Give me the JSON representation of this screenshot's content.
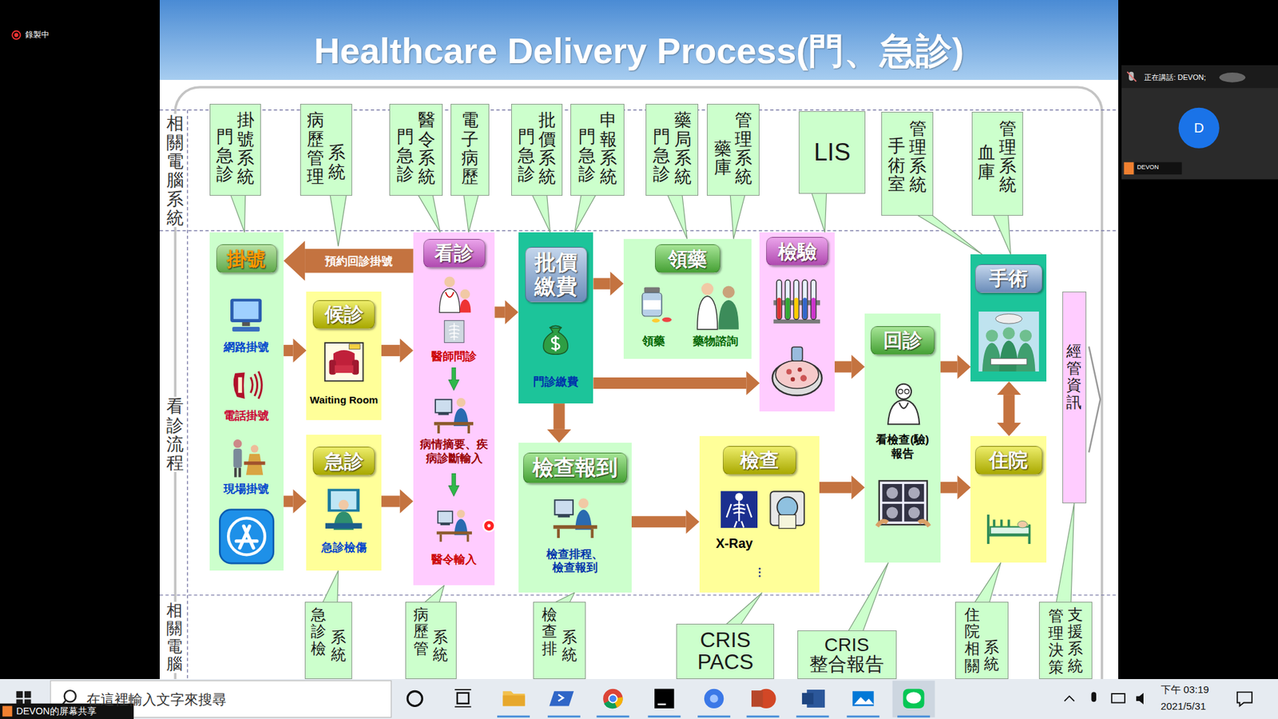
{
  "diagram": {
    "title": "Healthcare Delivery Process(門、急診)",
    "nodes": [
      {
        "text": [
          "門急診",
          "掛號系統"
        ]
      },
      {
        "text": [
          "病歷管理",
          "系統"
        ]
      },
      {
        "text": [
          "門急診",
          "醫令系統"
        ]
      },
      {
        "text": [
          "電子病歷"
        ]
      },
      {
        "text": [
          "門急診",
          "批價系統"
        ]
      },
      {
        "text": [
          "門急診",
          "申報系統"
        ]
      },
      {
        "text": [
          "門急診",
          "藥局系統"
        ]
      },
      {
        "text": [
          "藥庫",
          "管理系統"
        ]
      },
      {
        "text": [
          "LIS"
        ]
      },
      {
        "text": [
          "手術室",
          "管理系統"
        ]
      },
      {
        "text": [
          "血庫",
          "管理系統"
        ]
      },
      {
        "text": [
          "掛號",
          "網路掛號",
          "電話掛號",
          "現場掛號"
        ]
      },
      {
        "text": [
          "候診",
          "Waiting Room"
        ]
      },
      {
        "text": [
          "急診",
          "急診檢傷"
        ]
      },
      {
        "text": [
          "看診",
          "醫師問診",
          "病情摘要、疾病診斷輸入",
          "醫令輸入"
        ]
      },
      {
        "text": [
          "批價 繳費",
          "門診繳費"
        ]
      },
      {
        "text": [
          "領藥",
          "領藥",
          "藥物諮詢"
        ]
      },
      {
        "text": [
          "檢驗"
        ]
      },
      {
        "text": [
          "檢查報到",
          "檢查排程、 檢查報到"
        ]
      },
      {
        "text": [
          "檢查",
          "X-Ray"
        ]
      },
      {
        "text": [
          "回診",
          "看檢查(驗) 報告"
        ]
      },
      {
        "text": [
          "手術"
        ]
      },
      {
        "text": [
          "住院"
        ]
      },
      {
        "text": [
          "經管資訊"
        ]
      },
      {
        "text": [
          "急診檢",
          "系統"
        ]
      },
      {
        "text": [
          "病歷管",
          "系統"
        ]
      },
      {
        "text": [
          "檢查排",
          "系統"
        ]
      },
      {
        "text": [
          "CRIS PACS"
        ]
      },
      {
        "text": [
          "CRIS 整合報告"
        ]
      },
      {
        "text": [
          "住院相關",
          "系統"
        ]
      },
      {
        "text": [
          "管理決策",
          "支援系統"
        ]
      }
    ],
    "edges": [
      {
        "from": 14,
        "to": 11,
        "label": "預約回診掛號",
        "arrow": "to"
      },
      {
        "from": 11,
        "to": 12,
        "arrow": "to"
      },
      {
        "from": 11,
        "to": 13,
        "arrow": "to"
      },
      {
        "from": 12,
        "to": 14,
        "arrow": "to"
      },
      {
        "from": 13,
        "to": 14,
        "arrow": "to"
      },
      {
        "from": 14,
        "to": 15,
        "arrow": "to"
      },
      {
        "from": 15,
        "to": 16,
        "arrow": "to"
      },
      {
        "from": 15,
        "to": 17,
        "arrow": "to"
      },
      {
        "from": 15,
        "to": 18,
        "arrow": "to"
      },
      {
        "from": 18,
        "to": 19,
        "arrow": "to"
      },
      {
        "from": 17,
        "to": 20,
        "arrow": "to"
      },
      {
        "from": 19,
        "to": 20,
        "arrow": "to"
      },
      {
        "from": 20,
        "to": 21,
        "arrow": "to"
      },
      {
        "from": 20,
        "to": 22,
        "arrow": "to"
      },
      {
        "from": 21,
        "to": 22,
        "arrow": "both"
      },
      {
        "from": 0,
        "to": 11,
        "arrow": "none"
      },
      {
        "from": 2,
        "to": 14,
        "arrow": "none"
      },
      {
        "from": 3,
        "to": 14,
        "arrow": "none"
      },
      {
        "from": 4,
        "to": 15,
        "arrow": "none"
      },
      {
        "from": 5,
        "to": 15,
        "arrow": "none"
      },
      {
        "from": 6,
        "to": 16,
        "arrow": "none"
      },
      {
        "from": 7,
        "to": 16,
        "arrow": "none"
      },
      {
        "from": 8,
        "to": 17,
        "arrow": "none"
      },
      {
        "from": 9,
        "to": 21,
        "arrow": "none"
      },
      {
        "from": 10,
        "to": 21,
        "arrow": "none"
      },
      {
        "from": 24,
        "to": 13,
        "arrow": "none"
      },
      {
        "from": 25,
        "to": 14,
        "arrow": "none"
      },
      {
        "from": 26,
        "to": 18,
        "arrow": "none"
      },
      {
        "from": 27,
        "to": 19,
        "arrow": "none"
      },
      {
        "from": 28,
        "to": 20,
        "arrow": "none"
      },
      {
        "from": 29,
        "to": 22,
        "arrow": "none"
      },
      {
        "from": 30,
        "to": 23,
        "arrow": "none"
      }
    ],
    "labels": [
      "相關電腦系統",
      "看診流程",
      "相關電腦",
      "錄製中",
      "正在講話: DEVON;",
      "D",
      "DEVON",
      "在這裡輸入文字來搜尋",
      "下午 03:19",
      "2021/5/31",
      "DEVON的屏幕共享"
    ]
  }
}
